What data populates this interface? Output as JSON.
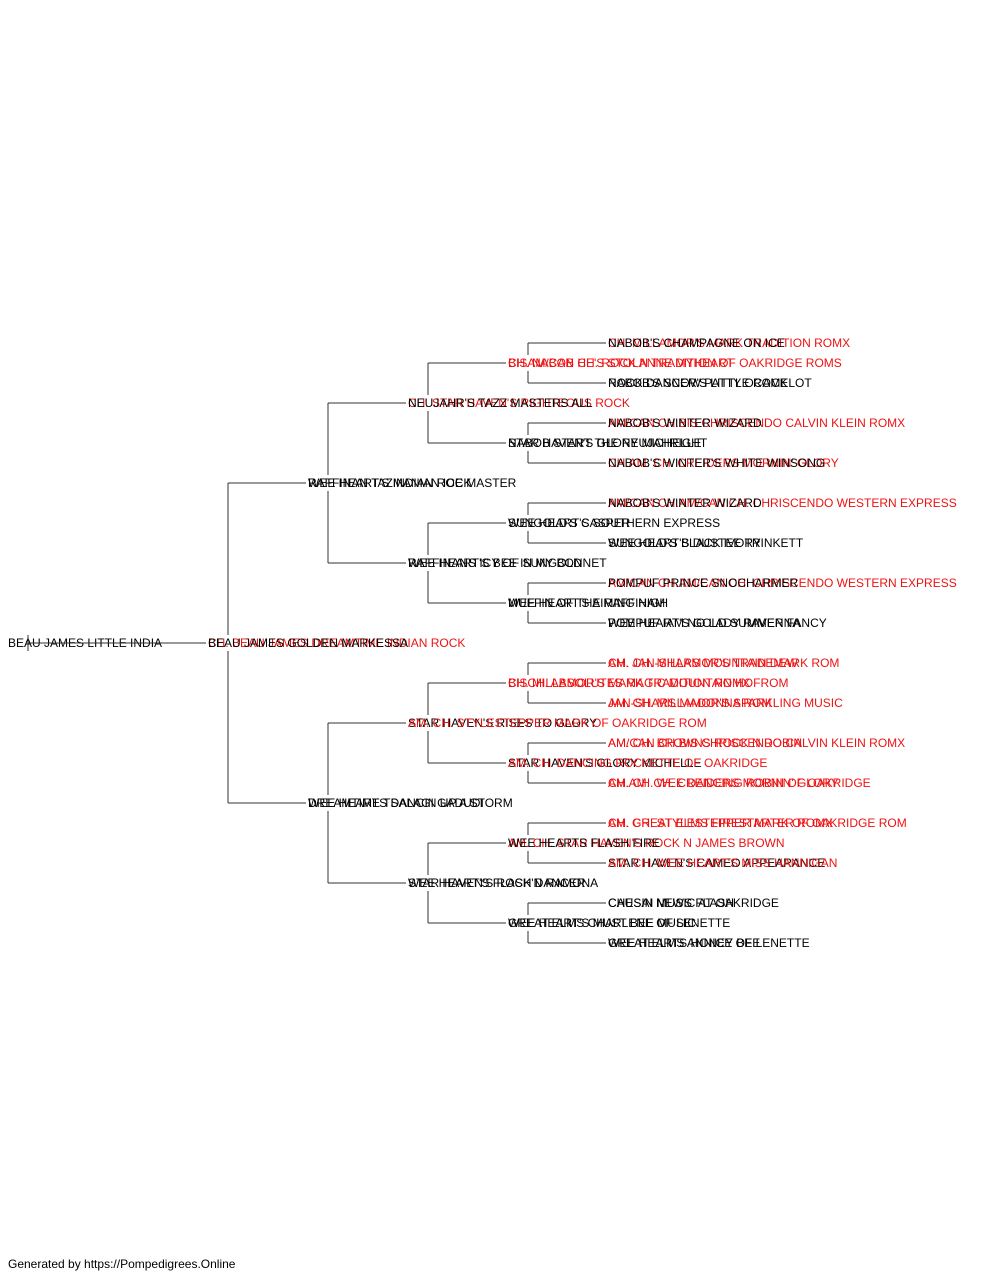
{
  "colors": {
    "champion": "#ee1111",
    "normal": "#000000",
    "line": "#333333"
  },
  "pedigree": {
    "name": "BEAU JAMES LITTLE INDIA",
    "ch": false,
    "sire": {
      "name": "CH. BEAU JAMES DREAMTIME INDIAN ROCK",
      "ch": true,
      "sire": {
        "name": "WEE HEART'S INDIAN ROCK",
        "ch": false,
        "sire": {
          "name": "CH. STAR HAVEN'S RIGHTEOUS ROCK",
          "ch": true,
          "sire": {
            "name": "BISAM/CAN CH. ROCK N TRADITION OF OAKRIDGE ROMS",
            "ch": true,
            "sire": {
              "name": "CH. MILLAMOR'S MARK TRADITION ROMX",
              "ch": true
            },
            "dam": {
              "name": "ROCK DANCER'S LITTLE ROCK",
              "ch": false
            }
          },
          "dam": {
            "name": "STAR HAVEN'S GLORY MICHELLE",
            "ch": false,
            "sire": {
              "name": "AM/CAN CH.BIS CHRISCENDO CALVIN KLEIN ROMX",
              "ch": true
            },
            "dam": {
              "name": "CH.AM. CH. CREIDERS MORNIN' GLORY",
              "ch": true
            }
          }
        },
        "dam": {
          "name": "WEE HEART'S BEE IN MY BONNET",
          "ch": false,
          "sire": {
            "name": "WEE HEART'S SOUTHERN EXPRESS",
            "ch": false,
            "sire": {
              "name": "AM/CAN CH.AM/CAN CH. CHRISCENDO WESTERN EXPRESS",
              "ch": true
            },
            "dam": {
              "name": "WEE HEART'S DUSTEE TRINKETT",
              "ch": false
            }
          },
          "dam": {
            "name": "WEE HEART'S AIMING HIGH",
            "ch": false,
            "sire": {
              "name": "AM/CAN CH.AM/CAN CH. CHRISCENDO WESTERN EXPRESS",
              "ch": true
            },
            "dam": {
              "name": "WEE HEART'S GOLD SUMMER FANCY",
              "ch": false
            }
          }
        }
      },
      "dam": {
        "name": "DREAMTIME TSALAGI GADUDI",
        "ch": false,
        "sire": {
          "name": "STAR HAVEN'S RISES TO GLORY",
          "ch": false,
          "sire": {
            "name": "BISCH. ABSOLUTES MAGIC MOUNTAIN HOFROM",
            "ch": true,
            "sire": {
              "name": "CH. JAN-SHARS MOUNTAIN DEW",
              "ch": true
            },
            "dam": {
              "name": "JAN-SHARS MADONNA ROM",
              "ch": true
            }
          },
          "dam": {
            "name": "STAR HAVEN'S GLORY MICHELLE",
            "ch": false,
            "sire": {
              "name": "AM/CAN CH.BIS CHRISCENDO CALVIN KLEIN ROMX",
              "ch": true
            },
            "dam": {
              "name": "CH.AM. CH. CREIDERS MORNIN' GLORY",
              "ch": true
            }
          }
        },
        "dam": {
          "name": "STAR HAVEN'S ROCK'N RAMONA",
          "ch": false,
          "sire": {
            "name": "AM. CH. STAR HAVEN'S ROCK N JAMES BROWN",
            "ch": true,
            "sire": {
              "name": "AM. CH. STYLESTEPPER MARK OF OAKRIDGE ROM",
              "ch": true
            },
            "dam": {
              "name": "STAR HAVEN'S CAMEO APPEARANCE",
              "ch": false
            }
          },
          "dam": {
            "name": "GREAT ELMS CHARLENE OF LENETTE",
            "ch": false,
            "sire": {
              "name": "CHESAI NEWS FLASH",
              "ch": false
            },
            "dam": {
              "name": "GREAT ELMS ANNICE OF LENETTE",
              "ch": false
            }
          }
        }
      }
    },
    "dam": {
      "name": "BEAU JAMES GOLDEN MARKESSA",
      "ch": false,
      "sire": {
        "name": "RAFFINAN TAZMANIAN ICE MASTER",
        "ch": false,
        "sire": {
          "name": "NEUJAHR'S TAZZ MASTERS ALL",
          "ch": false,
          "sire": {
            "name": "CH. NABOB HE'S STOLANNE MYHEART",
            "ch": true,
            "sire": {
              "name": "NABOB'S CHAMPAGNE ON ICE",
              "ch": false
            },
            "dam": {
              "name": "NABOB'S SNOW PATTY OCAMELOT",
              "ch": false
            }
          },
          "dam": {
            "name": "NABOB START THE NEUJAHRIGHT",
            "ch": false,
            "sire": {
              "name": "NABOB'S WINTER WIZARD",
              "ch": false
            },
            "dam": {
              "name": "NABOB'S WINTER'S WHITE WINSONG",
              "ch": false
            }
          }
        },
        "dam": {
          "name": "RAFFINANS ICY OF SUNGOLD",
          "ch": false,
          "sire": {
            "name": "SUNGOLD'S CASPER",
            "ch": false,
            "sire": {
              "name": "NABOB'S WINTER WIZARD",
              "ch": false
            },
            "dam": {
              "name": "SUNGOLD'S BLACK IVORY",
              "ch": false
            }
          },
          "dam": {
            "name": "MUFFIN OF THE RAFFINAM",
            "ch": false,
            "sire": {
              "name": "POMPUF PRINCE SNOCHARMER",
              "ch": false
            },
            "dam": {
              "name": "POMPUF IAM NO LADY RAVENNA",
              "ch": false
            }
          }
        }
      },
      "dam": {
        "name": "WEE HEARTS DANCIN UP A STORM",
        "ch": false,
        "sire": {
          "name": "AM. CH. STYLESTEPPER MARK OF OAKRIDGE ROM",
          "ch": true,
          "sire": {
            "name": "CH. MILLAMOR'S MARK TRADITION ROMX",
            "ch": true,
            "sire": {
              "name": "AM. CH. MILLAMOR'S TRADEMARK ROM",
              "ch": true
            },
            "dam": {
              "name": "AM. CH. MILLAMOR'S SPARKLING MUSIC",
              "ch": true
            }
          },
          "dam": {
            "name": "AM. CH. DANCING ROCKETTE OF OAKRIDGE",
            "ch": true,
            "sire": {
              "name": "AM. CH. BROWNS ROCK N ROBIN",
              "ch": true
            },
            "dam": {
              "name": "AM. CH. WEE DANCING ROBIN OF OAKRIDGE",
              "ch": true
            }
          }
        },
        "dam": {
          "name": "WEE HEART'S FLASH DANCER",
          "ch": false,
          "sire": {
            "name": "WEE HEARTS FLASH FIRE",
            "ch": false,
            "sire": {
              "name": "CH. GREAT ELMS FIRESTARTER ROMX",
              "ch": true
            },
            "dam": {
              "name": "AM. CH. WEE HEART'S MISS HANNIGAN",
              "ch": true
            }
          },
          "dam": {
            "name": "WEE HEART'S MUST BEE MUSIC",
            "ch": false,
            "sire": {
              "name": "CAUSIN MUSIC AT OAKRIDGE",
              "ch": false
            },
            "dam": {
              "name": "WEE HEARTS HONEY BEE",
              "ch": false
            }
          }
        }
      }
    }
  },
  "footer": {
    "text": "Generated by https://Pompedigrees.Online"
  }
}
